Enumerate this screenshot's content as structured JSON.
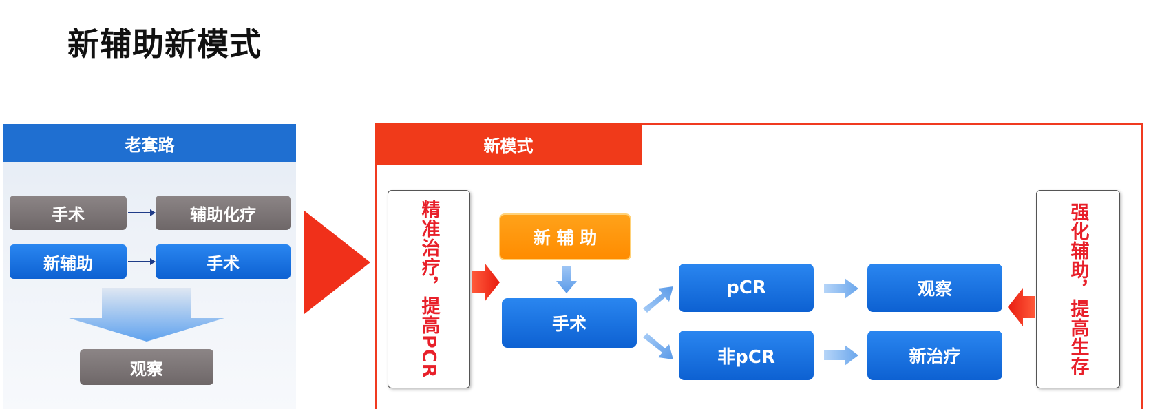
{
  "title": "新辅助新模式",
  "old_mode": {
    "header": "老套路",
    "row1": [
      "手术",
      "辅助化疗"
    ],
    "row2": [
      "新辅助",
      "手术"
    ],
    "result": "观察"
  },
  "new_mode": {
    "header": "新模式",
    "left_note": "精准治疗，提高PCR",
    "right_note": "强化辅助，提高生存",
    "step_neoadjuvant": "新 辅 助",
    "step_surgery": "手术",
    "outcome_pcr": "pCR",
    "outcome_non_pcr": "非pCR",
    "action_observe": "观察",
    "action_new_treatment": "新治疗"
  },
  "colors": {
    "blue": "#1f6fd1",
    "red": "#f03a1a",
    "orange": "#ff8c00",
    "gray": "#7a7374",
    "note_red": "#e8202a"
  }
}
